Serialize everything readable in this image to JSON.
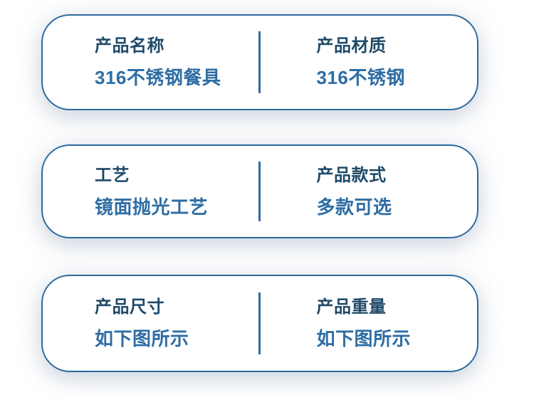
{
  "theme": {
    "card_border_color": "#2b6a9e",
    "divider_color": "#2e6da4",
    "label_color": "#1e4a68",
    "value_color": "#2e6da4",
    "page_bg": "#ffffff"
  },
  "spec_cards": [
    {
      "left": {
        "label": "产品名称",
        "value": "316不锈钢餐具"
      },
      "right": {
        "label": "产品材质",
        "value": "316不锈钢"
      }
    },
    {
      "left": {
        "label": "工艺",
        "value": "镜面抛光工艺"
      },
      "right": {
        "label": "产品款式",
        "value": "多款可选"
      }
    },
    {
      "left": {
        "label": "产品尺寸",
        "value": "如下图所示"
      },
      "right": {
        "label": "产品重量",
        "value": "如下图所示"
      }
    }
  ]
}
